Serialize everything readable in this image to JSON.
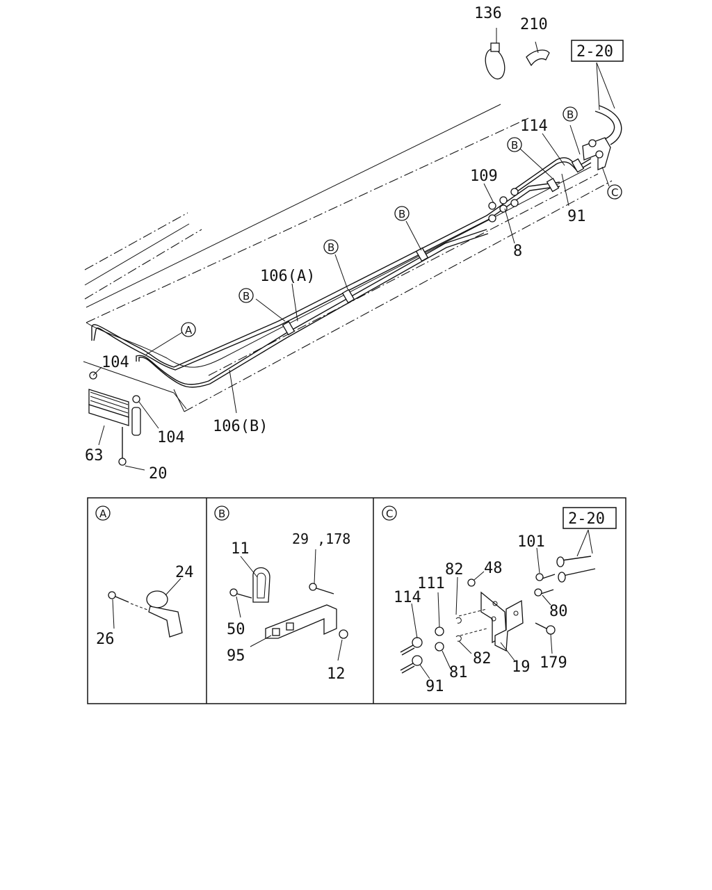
{
  "diagram": {
    "ref_box": "2-20",
    "callouts_main": {
      "p136": "136",
      "p210": "210",
      "p114": "114",
      "p109": "109",
      "p91": "91",
      "p8": "8",
      "p106a": "106(A)",
      "p106b": "106(B)",
      "p104a": "104",
      "p104b": "104",
      "p63": "63",
      "p20": "20"
    },
    "markers": {
      "a": "A",
      "b": "B",
      "c": "C"
    },
    "detail_a": {
      "p24": "24",
      "p26": "26"
    },
    "detail_b": {
      "p11": "11",
      "p29": "29 ,178",
      "p50": "50",
      "p95": "95",
      "p12": "12"
    },
    "detail_c": {
      "p101": "101",
      "p82a": "82",
      "p48": "48",
      "p111": "111",
      "p114": "114",
      "p80": "80",
      "p82b": "82",
      "p19": "19",
      "p179": "179",
      "p81": "81",
      "p91": "91"
    }
  }
}
